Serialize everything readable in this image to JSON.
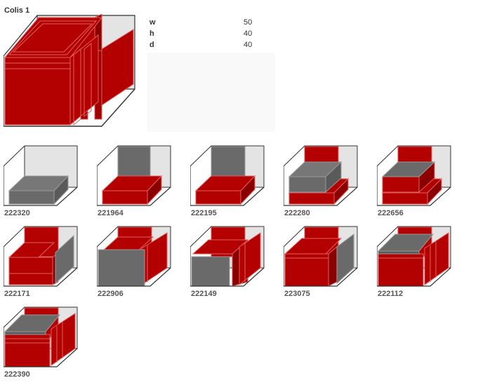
{
  "package": {
    "title": "Colis 1",
    "dimensions": [
      {
        "key": "w",
        "value": "50"
      },
      {
        "key": "h",
        "value": "40"
      },
      {
        "key": "d",
        "value": "40"
      }
    ]
  },
  "colors": {
    "item_red": "#b30000",
    "item_red_edge": "#e06060",
    "item_grey": "#6a6a6a",
    "item_grey_edge": "#8c8c8c",
    "bin_back": "#e4e4e4",
    "bin_edge": "#333333"
  },
  "steps": [
    {
      "label": "222320"
    },
    {
      "label": "221964"
    },
    {
      "label": "222195"
    },
    {
      "label": "222280"
    },
    {
      "label": "222656"
    },
    {
      "label": "222171"
    },
    {
      "label": "222906"
    },
    {
      "label": "222149"
    },
    {
      "label": "223075"
    },
    {
      "label": "222112"
    },
    {
      "label": "222390"
    }
  ]
}
